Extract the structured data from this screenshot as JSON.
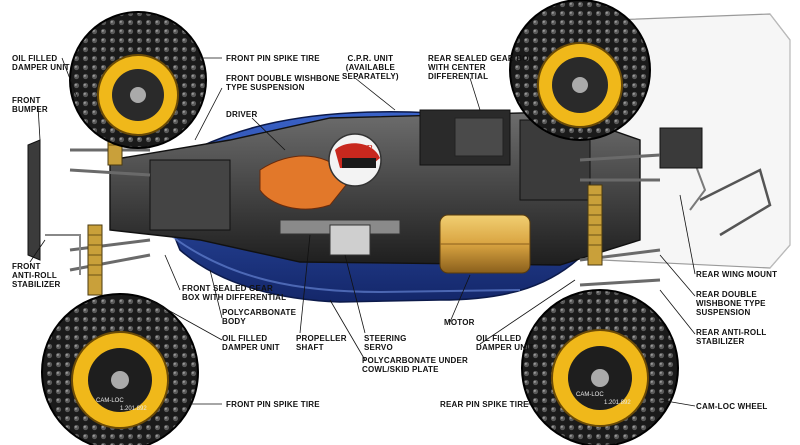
{
  "colors": {
    "body_blue": "#1f3f9a",
    "chassis_dark": "#2b2b2b",
    "wheel_yellow": "#f0b81a",
    "tire_black": "#1a1a1a",
    "wing_white": "#f4f4f4",
    "driver_red": "#c8281e",
    "driver_orange": "#e2782a",
    "motor_gold": "#d9a441"
  },
  "labels": {
    "oil_damper_front_top": "OIL FILLED\nDAMPER UNIT",
    "front_bumper": "FRONT\nBUMPER",
    "front_pin_spike_tire_top": "FRONT PIN SPIKE TIRE",
    "front_double_wishbone": "FRONT DOUBLE WISHBONE\nTYPE SUSPENSION",
    "driver": "DRIVER",
    "cpr_unit": "C.P.R. UNIT\n(AVAILABLE\nSEPARATELY)",
    "rear_sealed_gear_box": "REAR SEALED GEAR BOX\nWITH CENTER\nDIFFERENTIAL",
    "front_anti_roll": "FRONT\nANTI-ROLL\nSTABILIZER",
    "front_sealed_gear_box": "FRONT SEALED GEAR\nBOX WITH DIFFERENTIAL",
    "polycarbonate_body": "POLYCARBONATE\nBODY",
    "oil_damper_front_bottom": "OIL FILLED\nDAMPER UNIT",
    "propeller_shaft": "PROPELLER\nSHAFT",
    "steering_servo": "STEERING\nSERVO",
    "motor": "MOTOR",
    "oil_damper_rear": "OIL FILLED\nDAMPER UNIT",
    "polycarbonate_under_cowl": "POLYCARBONATE UNDER\nCOWL/SKID PLATE",
    "rear_wing_mount": "REAR WING MOUNT",
    "rear_double_wishbone": "REAR DOUBLE\nWISHBONE TYPE\nSUSPENSION",
    "rear_anti_roll": "REAR ANTI-ROLL\nSTABILIZER",
    "front_pin_spike_tire_bottom": "FRONT PIN SPIKE TIRE",
    "rear_pin_spike_tire": "REAR PIN SPIKE TIRE",
    "cam_loc_wheel": "CAM-LOC WHEEL"
  },
  "wheel_text": {
    "brand": "CAM-LOC",
    "part_no": "1.201.892"
  },
  "helmet_text": "R"
}
